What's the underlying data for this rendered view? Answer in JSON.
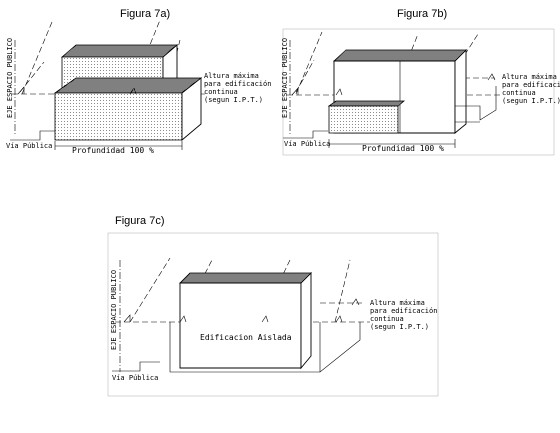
{
  "figures": [
    {
      "id": "7a",
      "title": "Figura 7a)",
      "axis_label": "EJE ESPACIO PUBLICO",
      "street_label": "Vía Pública",
      "depth_label": "Profundidad 100 %",
      "note_lines": [
        "Altura máxima",
        "para edificación",
        "continua",
        "(segun I.P.T.)"
      ]
    },
    {
      "id": "7b",
      "title": "Figura 7b)",
      "axis_label": "EJE ESPACIO PUBLICO",
      "street_label": "Vía Pública",
      "depth_label": "Profundidad 100 %",
      "note_lines": [
        "Altura máxima",
        "para edificación",
        "continua",
        "(segun I.P.T.)"
      ]
    },
    {
      "id": "7c",
      "title": "Figura 7c)",
      "axis_label": "EJE ESPACIO PUBLICO",
      "street_label": "Vía Pública",
      "building_label": "Edificacion Aislada",
      "note_lines": [
        "Altura máxima",
        "para edificación",
        "continua",
        "(segun I.P.T.)"
      ]
    }
  ]
}
